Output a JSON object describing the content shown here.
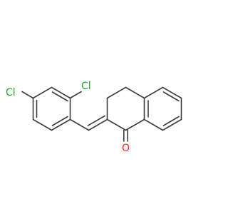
{
  "molecule": {
    "atoms": {
      "cl_para": {
        "symbol": "Cl",
        "color": "#22aa22"
      },
      "cl_ortho": {
        "symbol": "Cl",
        "color": "#22aa22"
      },
      "oxygen": {
        "symbol": "O",
        "color": "#ff2020"
      }
    },
    "bond_color": "#3c3c3c"
  }
}
